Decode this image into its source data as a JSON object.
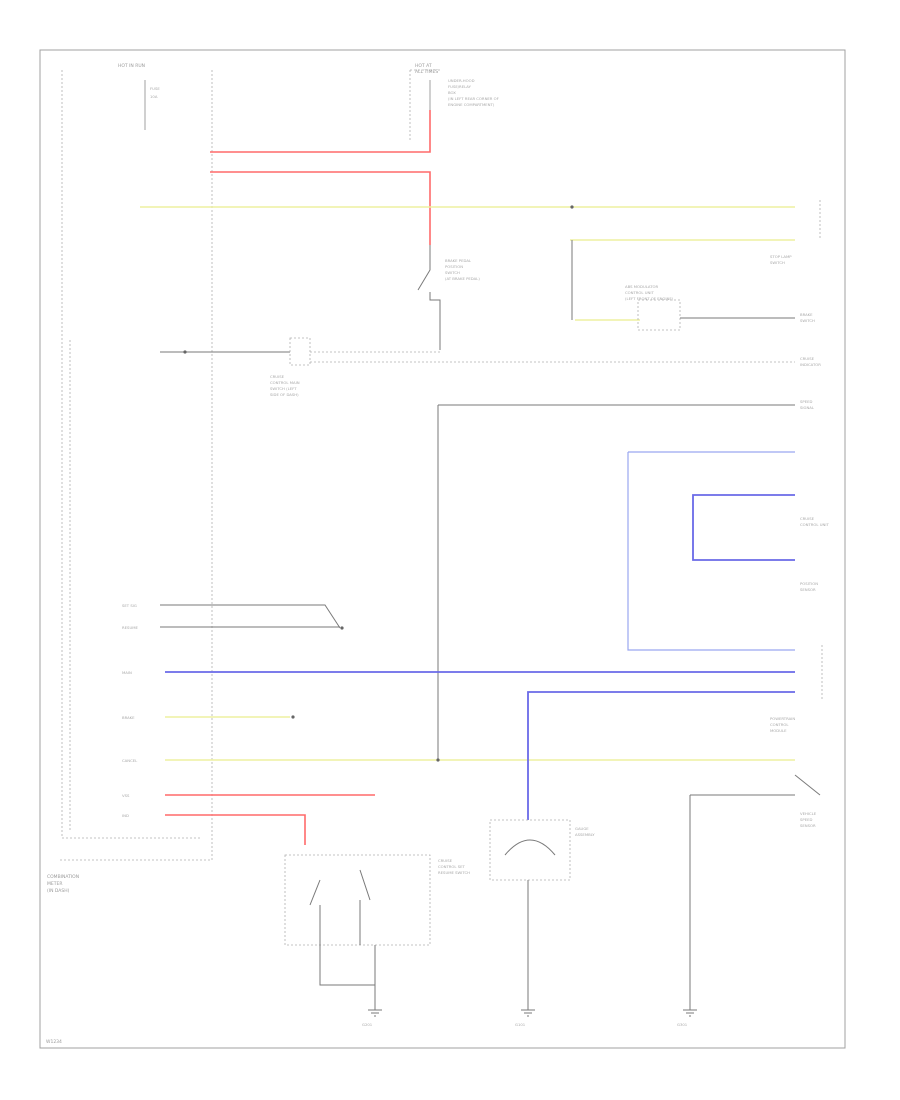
{
  "title": "",
  "labels": {
    "top_center_a": "HOT AT",
    "top_center_b": "ALL TIMES",
    "top_center_desc1": "UNDER-HOOD",
    "top_center_desc2": "FUSE/RELAY",
    "top_center_desc3": "BOX",
    "top_center_desc4": "(IN LEFT REAR CORNER OF",
    "top_center_desc5": "ENGINE COMPARTMENT)",
    "top_left_a": "HOT IN RUN",
    "top_left_b": "FUSE",
    "top_left_c": "10A",
    "brake_switch1": "BRAKE PEDAL",
    "brake_switch2": "POSITION",
    "brake_switch3": "SWITCH",
    "brake_switch4": "(AT BRAKE PEDAL)",
    "cruise_main1": "CRUISE",
    "cruise_main2": "CONTROL MAIN",
    "cruise_main3": "SWITCH (LEFT",
    "cruise_main4": "SIDE OF DASH)",
    "stop_lamp1": "STOP LAMP",
    "stop_lamp2": "SWITCH",
    "abs_modulator1": "ABS MODULATOR",
    "abs_modulator2": "CONTROL UNIT",
    "abs_modulator3": "(LEFT FRONT OF ENGINE)",
    "right_label1a": "BRAKE",
    "right_label1b": "SWITCH",
    "right_label2a": "CRUISE",
    "right_label2b": "INDICATOR",
    "right_label3a": "SPEED",
    "right_label3b": "SIGNAL",
    "right_label4a": "CRUISE",
    "right_label4b": "CONTROL UNIT",
    "right_label5a": "POSITION",
    "right_label5b": "SENSOR",
    "speed_sensor1": "VEHICLE",
    "speed_sensor2": "SPEED",
    "speed_sensor3": "SENSOR",
    "ecm1": "POWERTRAIN",
    "ecm2": "CONTROL",
    "ecm3": "MODULE",
    "steering1": "CRUISE",
    "steering2": "CONTROL SET",
    "steering3": "RESUME SWITCH",
    "gauge1": "GAUGE",
    "gauge2": "ASSEMBLY",
    "left_bottom1": "COMBINATION",
    "left_bottom2": "METER",
    "left_bottom3": "(IN DASH)",
    "pin_set": "SET SIG",
    "pin_resume": "RESUME",
    "pin_main": "MAIN",
    "pin_brake": "BRAKE",
    "pin_cancel": "CANCEL",
    "pin_vss": "VSS",
    "pin_ind": "IND",
    "ground1": "G201",
    "ground2": "G101",
    "ground3": "G301",
    "corner_code": "W1234"
  },
  "colors": {
    "red_wire": "#ff6a6a",
    "yellow_wire": "#eef0a0",
    "blue_wire": "#6a6ae8",
    "light_blue_wire": "#9aa6f0",
    "gray_wire": "#7a7a7a"
  }
}
